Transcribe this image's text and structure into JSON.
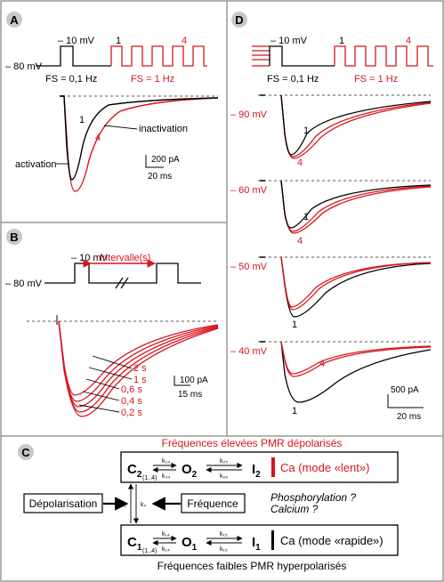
{
  "colors": {
    "border": "#999999",
    "ink": "#000000",
    "accent": "#d7141e",
    "badge": "#c8c8c8",
    "dash": "#555555"
  },
  "panels": {
    "A": {
      "badge": "A",
      "v_step": "– 10 mV",
      "v_hold": "– 80 mV",
      "pulse1": "1",
      "pulse4": "4",
      "fs_slow": "FS = 0,1 Hz",
      "fs_fast": "FS = 1 Hz",
      "trace1_label": "1",
      "trace4_label": "4",
      "inactivation": "inactivation",
      "activation": "activation",
      "scale_y": "200 pA",
      "scale_x": "20 ms"
    },
    "B": {
      "badge": "B",
      "v_step": "– 10 mV",
      "interval": "Intervalle(s)",
      "v_hold": "– 80 mV",
      "intervals": [
        "2 s",
        "1 s",
        "0,6 s",
        "0,4 s",
        "0,2 s"
      ],
      "scale_y": "100 pA",
      "scale_x": "15 ms"
    },
    "C": {
      "badge": "C",
      "top_caption": "Fréquences élevées PMR dépolarisés",
      "bottom_caption": "Fréquences faibles PMR hyperpolarisés",
      "c2": "C",
      "c2_sub": "2",
      "c2_sub_range": "(1..4)",
      "o2": "O",
      "o2_sub": "2",
      "i2": "I",
      "i2_sub": "2",
      "ca_lent": "Ca (mode «lent»)",
      "c1": "C",
      "c1_sub": "1",
      "c1_sub_range": "(1..4)",
      "o1": "O",
      "o1_sub": "1",
      "i1": "I",
      "i1_sub": "1",
      "ca_rapide": "Ca (mode «rapide»)",
      "rate_k24": "k₂₄",
      "rate_k34": "k₃₄",
      "rate_k25": "k₂₅",
      "rate_k26": "k₂₆",
      "rate_k14": "k₁₄",
      "rate_k15": "k₁₅",
      "rate_k1": "k₁",
      "rate_k0": "k₀",
      "depolarisation": "Dépolarisation",
      "frequence": "Fréquence",
      "phosphorylation": "Phosphorylation ?",
      "calcium": "Calcium ?"
    },
    "D": {
      "badge": "D",
      "v_step": "– 10 mV",
      "pulse1": "1",
      "pulse4": "4",
      "fs_slow": "FS = 0,1 Hz",
      "fs_fast": "FS = 1 Hz",
      "rows": [
        {
          "potential": "– 90 mV",
          "label_black": "1",
          "label_red": "4"
        },
        {
          "potential": "– 60 mV",
          "label_black": "1",
          "label_red": "4"
        },
        {
          "potential": "– 50 mV",
          "label_black": "1",
          "label_red": ""
        },
        {
          "potential": "– 40 mV",
          "label_black": "1",
          "label_red": "4"
        }
      ],
      "scale_y": "500 pA",
      "scale_x": "20 ms"
    }
  }
}
